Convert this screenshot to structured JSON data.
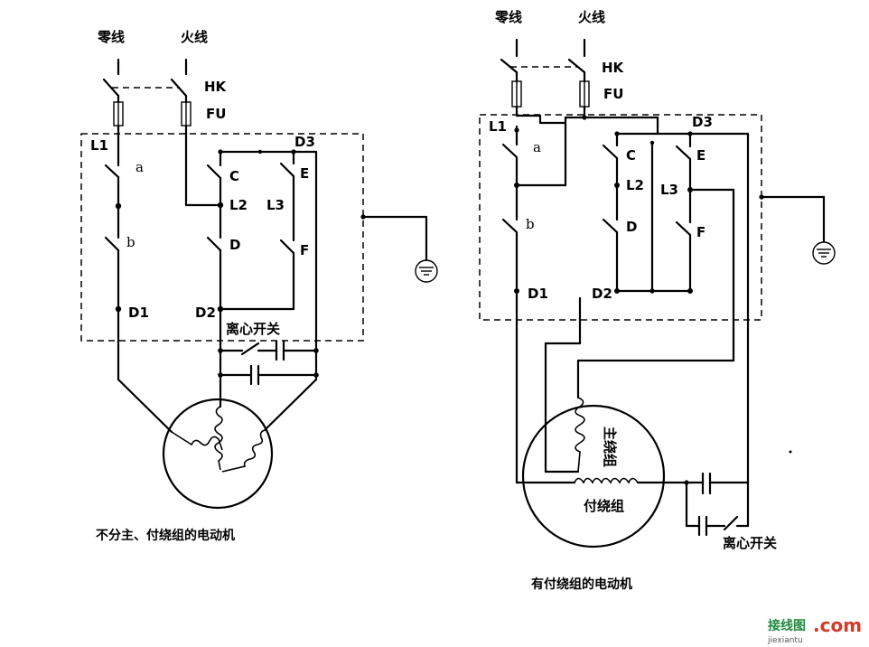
{
  "left": {
    "neutral": "零线",
    "live": "火线",
    "hk": "HK",
    "fu": "FU",
    "l1": "L1",
    "a": "a",
    "b": "b",
    "c": "C",
    "d": "D",
    "e": "E",
    "f": "F",
    "l2": "L2",
    "l3": "L3",
    "d1": "D1",
    "d2": "D2",
    "d3": "D3",
    "centrifugal_switch": "离心开关",
    "caption": "不分主、付绕组的电动机"
  },
  "right": {
    "neutral": "零线",
    "live": "火线",
    "hk": "HK",
    "fu": "FU",
    "l1": "L1",
    "a": "a",
    "b": "b",
    "c": "C",
    "d": "D",
    "e": "E",
    "f": "F",
    "l2": "L2",
    "l3": "L3",
    "d1": "D1",
    "d2": "D2",
    "d3": "D3",
    "main_winding": "主绕组",
    "aux_winding": "付绕组",
    "centrifugal_switch": "离心开关",
    "caption": "有付绕组的电动机"
  },
  "watermark": {
    "brand": "接线图",
    "domain": ".com",
    "pinyin": "jiexiantu"
  }
}
